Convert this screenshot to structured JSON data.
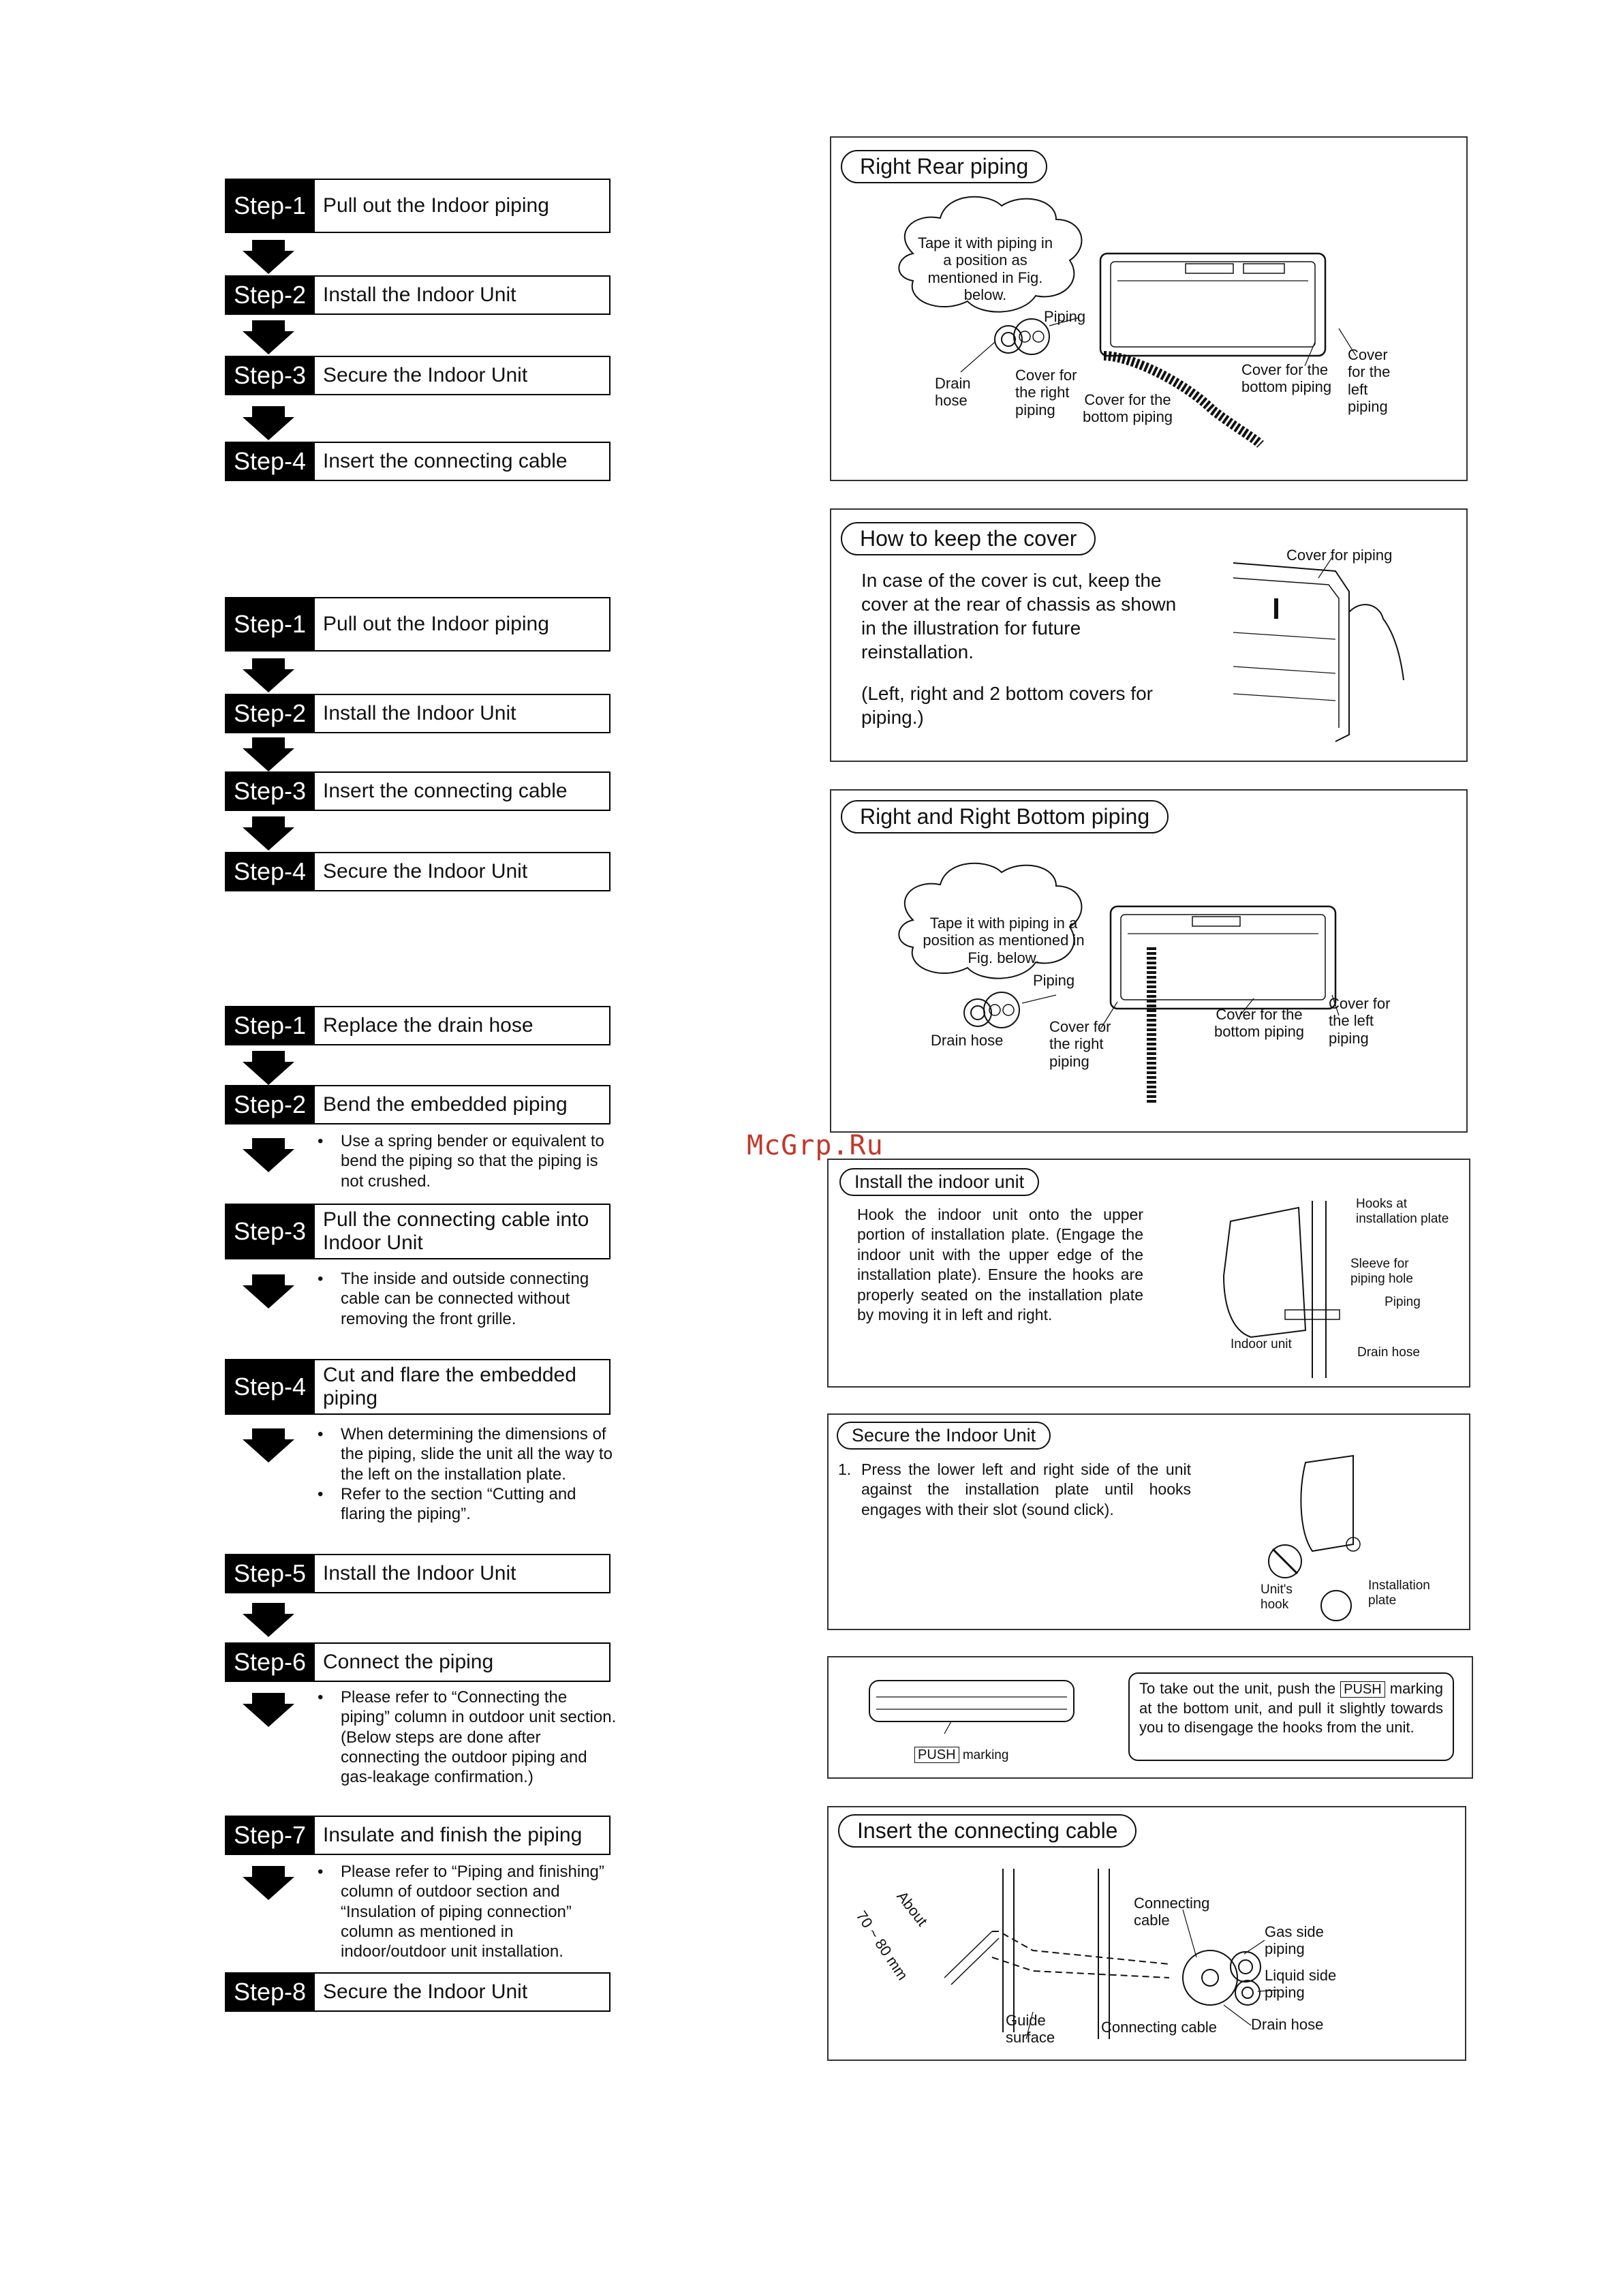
{
  "watermark": "McGrp.Ru",
  "flow1": {
    "steps": [
      {
        "tag": "Step-1",
        "text": "Pull out the Indoor piping"
      },
      {
        "tag": "Step-2",
        "text": "Install the Indoor Unit"
      },
      {
        "tag": "Step-3",
        "text": "Secure the Indoor Unit"
      },
      {
        "tag": "Step-4",
        "text": "Insert the connecting cable"
      }
    ]
  },
  "flow2": {
    "steps": [
      {
        "tag": "Step-1",
        "text": "Pull out the Indoor piping"
      },
      {
        "tag": "Step-2",
        "text": "Install the Indoor Unit"
      },
      {
        "tag": "Step-3",
        "text": "Insert the connecting cable"
      },
      {
        "tag": "Step-4",
        "text": "Secure the Indoor Unit"
      }
    ]
  },
  "flow3": {
    "steps": [
      {
        "tag": "Step-1",
        "text": "Replace the drain hose"
      },
      {
        "tag": "Step-2",
        "text": "Bend the embedded piping",
        "notes": [
          "Use a spring bender or equivalent to bend the piping so that the piping is not crushed."
        ]
      },
      {
        "tag": "Step-3",
        "text": "Pull the connecting cable into Indoor Unit",
        "notes": [
          "The inside and outside connecting cable can be connected without removing the front grille."
        ]
      },
      {
        "tag": "Step-4",
        "text": "Cut and flare the embedded piping",
        "notes": [
          "When determining the dimensions of the piping, slide the unit all the way to the left on the installation plate.",
          "Refer to the section “Cutting and flaring the piping”."
        ]
      },
      {
        "tag": "Step-5",
        "text": "Install the Indoor Unit"
      },
      {
        "tag": "Step-6",
        "text": "Connect the piping",
        "notes": [
          "Please refer to “Connecting the piping” column in outdoor unit section. (Below steps are done after connecting the outdoor piping and gas-leakage confirmation.)"
        ]
      },
      {
        "tag": "Step-7",
        "text": "Insulate and finish the piping",
        "notes": [
          "Please refer to “Piping and finishing” column of outdoor section and “Insulation of piping connection” column as mentioned in indoor/outdoor unit installation."
        ]
      },
      {
        "tag": "Step-8",
        "text": "Secure the Indoor Unit"
      }
    ]
  },
  "panel_right_rear": {
    "title": "Right Rear piping",
    "cloud": "Tape it with piping in a position as mentioned in Fig. below.",
    "labels": {
      "piping": "Piping",
      "drain_hose": "Drain hose",
      "cover_right": "Cover for the right piping",
      "cover_bottom_a": "Cover for the bottom piping",
      "cover_bottom_b": "Cover for the bottom piping",
      "cover_left": "Cover for the left piping"
    }
  },
  "panel_keep_cover": {
    "title": "How to keep the cover",
    "para1": "In case of the cover is cut, keep the cover at the rear of chassis as shown in the illustration for future reinstallation.",
    "para2": "(Left, right and 2 bottom covers for piping.)",
    "label": "Cover for piping"
  },
  "panel_right_bottom": {
    "title": "Right and Right Bottom piping",
    "cloud": "Tape it with piping in a position as mentioned in Fig. below.",
    "labels": {
      "piping": "Piping",
      "drain_hose": "Drain hose",
      "cover_right": "Cover for the right piping",
      "cover_bottom": "Cover for the bottom piping",
      "cover_left": "Cover for the left piping"
    }
  },
  "panel_install": {
    "title": "Install the indoor unit",
    "text": "Hook the indoor unit onto the upper portion of installation plate. (Engage the indoor unit with the upper edge of the installation plate). Ensure the hooks are properly seated on the installation plate by moving it in left and right.",
    "labels": {
      "hooks": "Hooks at installation plate",
      "sleeve": "Sleeve for piping hole",
      "piping": "Piping",
      "indoor_unit": "Indoor unit",
      "drain_hose": "Drain hose"
    }
  },
  "panel_secure": {
    "title": "Secure the Indoor Unit",
    "num": "1.",
    "text": "Press the lower left and right side of the unit against the installation plate until hooks engages with their slot (sound click).",
    "labels": {
      "hook": "Unit's hook",
      "plate": "Installation plate"
    }
  },
  "panel_push": {
    "text_pre": "To take out the unit, push the",
    "push": "PUSH",
    "text_post": "marking at the bottom unit, and pull it slightly towards you to disengage the hooks from the unit.",
    "marking_label": "marking"
  },
  "panel_insert": {
    "title": "Insert the connecting cable",
    "labels": {
      "about": "About",
      "dim": "70 ~ 80 mm",
      "connecting_cable_top": "Connecting cable",
      "gas_side": "Gas side piping",
      "liquid_side": "Liquid side piping",
      "guide": "Guide surface",
      "connecting_cable_bottom": "Connecting cable",
      "drain_hose": "Drain hose"
    }
  }
}
